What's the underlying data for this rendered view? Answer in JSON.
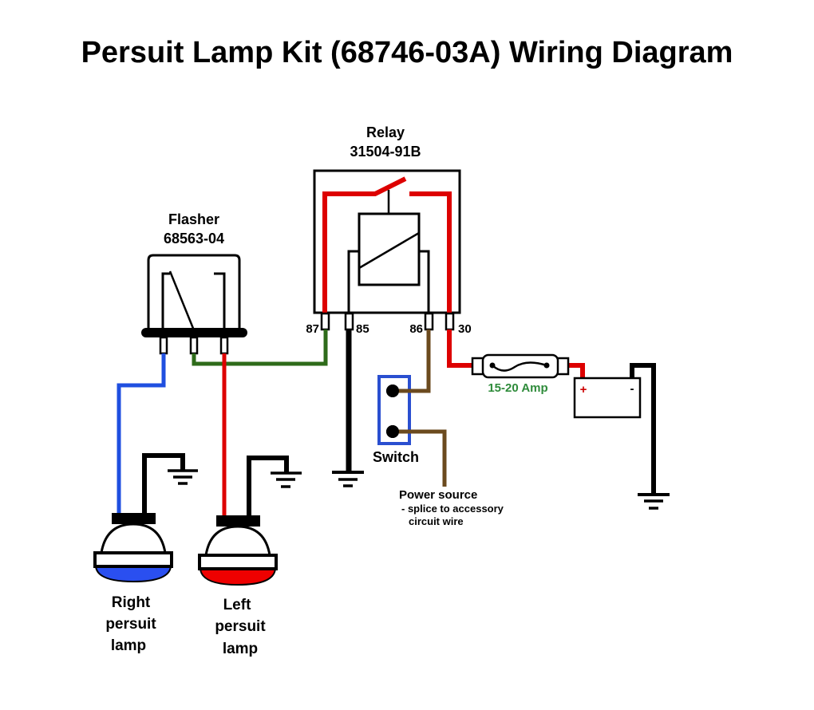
{
  "title": "Persuit Lamp Kit (68746-03A) Wiring Diagram",
  "colors": {
    "red_wire": "#dd0000",
    "blue_wire": "#1f4fe0",
    "green_wire": "#2e6b1a",
    "brown_wire": "#6b4a1e",
    "black_wire": "#000000",
    "fuse_label": "#2e8b3a",
    "battery_plus": "#cc0000",
    "switch_box": "#2a4fd0",
    "right_lamp_lens": "#2a4ff0",
    "left_lamp_lens": "#ee0000"
  },
  "relay": {
    "name": "Relay",
    "part_number": "31504-91B",
    "pins": [
      "87",
      "85",
      "86",
      "30"
    ]
  },
  "flasher": {
    "name": "Flasher",
    "part_number": "68563-04"
  },
  "fuse": {
    "label": "15-20 Amp"
  },
  "battery": {
    "plus": "+",
    "minus": "-"
  },
  "switch": {
    "label": "Switch"
  },
  "power_source": {
    "title": "Power source",
    "note_line1": "- splice to accessory",
    "note_line2": "circuit wire"
  },
  "lamps": [
    {
      "line1": "Right",
      "line2": "persuit",
      "line3": "lamp"
    },
    {
      "line1": "Left",
      "line2": "persuit",
      "line3": "lamp"
    }
  ]
}
